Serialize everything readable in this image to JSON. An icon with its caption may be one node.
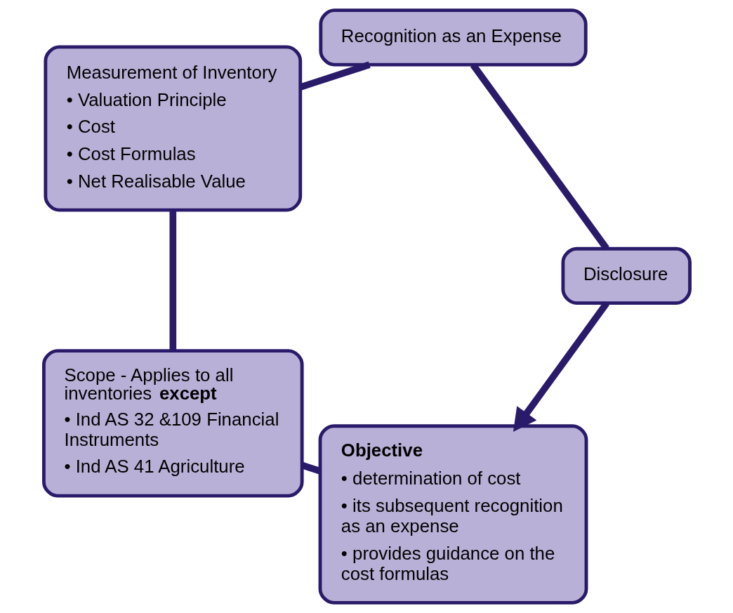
{
  "diagram": {
    "nodes": [
      {
        "text": [
          "**Objective**",
          "• determination of cost",
          "• its subsequent recognition as an expense",
          "• provides guidance on the cost formulas"
        ]
      },
      {
        "text": [
          "Scope - Applies to all inventories **except**",
          "• Ind AS 32 &109 Financial Instruments",
          "• Ind AS 41 Agriculture"
        ]
      },
      {
        "text": [
          "Measurement of Inventory",
          "• Valuation Principle",
          "• Cost",
          "• Cost Formulas",
          "• Net Realisable Value"
        ]
      },
      {
        "text": [
          "Recognition as an Expense"
        ]
      },
      {
        "text": [
          "Disclosure"
        ]
      }
    ],
    "edges": [
      {
        "from": 0,
        "to": 1,
        "arrow": "none"
      },
      {
        "from": 1,
        "to": 2,
        "arrow": "none"
      },
      {
        "from": 2,
        "to": 3,
        "arrow": "none"
      },
      {
        "from": 3,
        "to": 4,
        "arrow": "none"
      },
      {
        "from": 4,
        "to": 0,
        "arrow": "to"
      }
    ]
  }
}
